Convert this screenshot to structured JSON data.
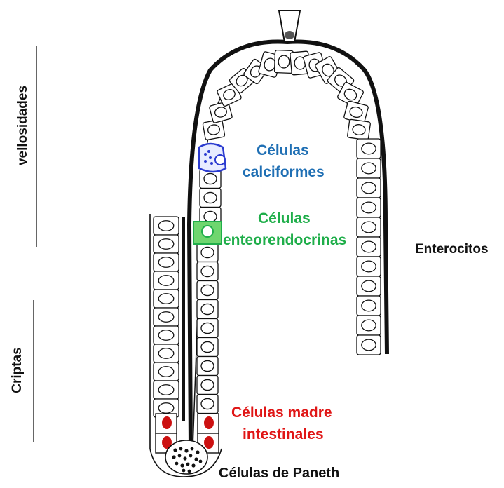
{
  "labels": {
    "villi": "vellosidades",
    "crypts": "Criptas",
    "goblet_line1": "Células",
    "goblet_line2": "calciformes",
    "entero_line1": "Células",
    "entero_line2": "enteorendocrinas",
    "enterocytes": "Enterocitos",
    "stem_line1": "Células madre",
    "stem_line2": "intestinales",
    "paneth": "Células de Paneth"
  },
  "colors": {
    "goblet": "#1f6fb4",
    "goblet_cell": "#2b3bd0",
    "enteroendocrine": "#1fae4a",
    "stem": "#e01616",
    "outline": "#111111"
  }
}
